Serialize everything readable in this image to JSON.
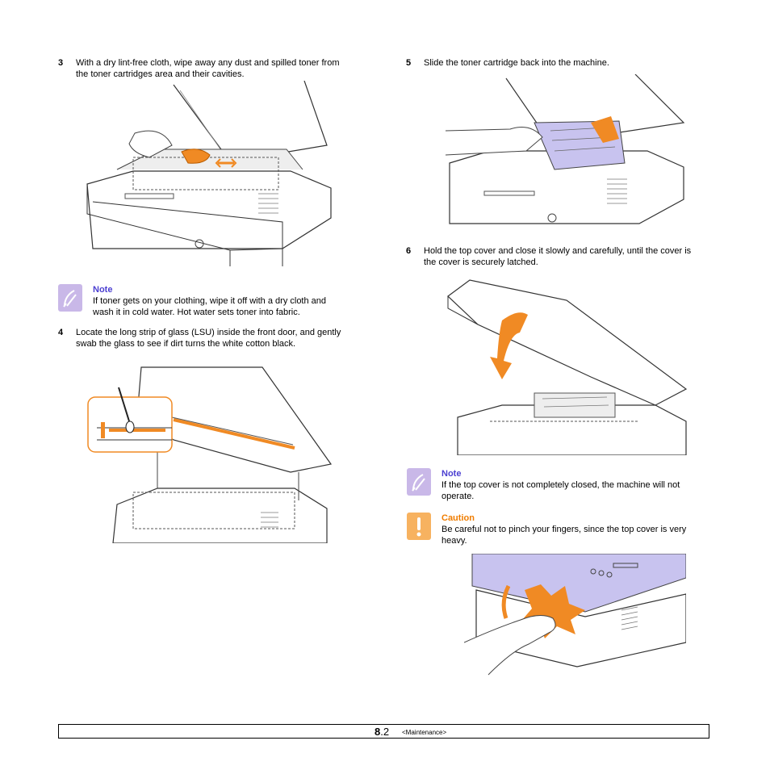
{
  "steps": [
    {
      "number": "3",
      "text_1": "With a dry lint-free cloth, wipe away any dust and spilled toner from",
      "text_2": "the toner cartridges area and their cavities."
    },
    {
      "number": "4",
      "text_1": "Locate the long strip of glass (LSU) inside the front door, and gently",
      "text_2": "swab the glass to see if dirt turns the white cotton black."
    },
    {
      "number": "5",
      "text_1": "Slide the toner cartridge back into the machine.",
      "text_2": ""
    },
    {
      "number": "6",
      "text_1": "Hold the top cover and close it slowly and carefully, until the cover is",
      "text_2": "the cover is securely latched."
    }
  ],
  "notes": [
    {
      "title": "Note",
      "text_1": "If toner gets on your clothing, wipe it off with a dry cloth and",
      "text_2": "wash it in cold water. Hot water sets toner into fabric.",
      "icon": "pen-note-icon"
    },
    {
      "title": "Note",
      "text_1": "If the top cover is not completely closed, the machine will not",
      "text_2": "operate.",
      "icon": "pen-note-icon"
    }
  ],
  "caution": {
    "title": "Caution",
    "text_1": "Be careful not to pinch your fingers, since the top cover is very",
    "text_2": "heavy.",
    "icon": "exclamation-icon"
  },
  "footer": {
    "chapter": "8",
    "page": ".2",
    "section": "<Maintenance>"
  },
  "colors": {
    "note_title": "#4b3fd1",
    "caution_title": "#f07d00",
    "highlight_orange": "#f08a24",
    "toner_lavender": "#c8c3ef"
  }
}
